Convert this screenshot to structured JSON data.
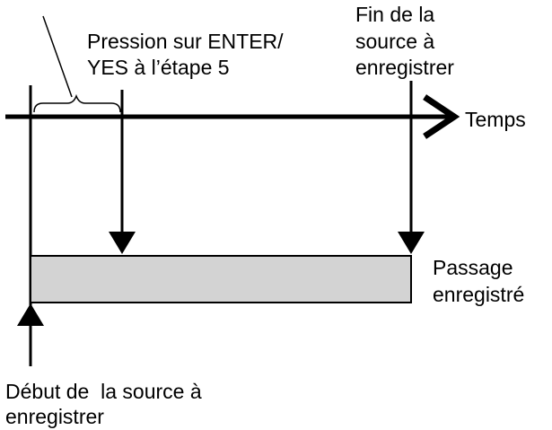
{
  "labels": {
    "press_enter_line1": "Pression sur ENTER/",
    "press_enter_line2": "YES à l’étape 5",
    "source_end_line1": "Fin de la",
    "source_end_line2": "source à",
    "source_end_line3": "enregistrer",
    "time_axis": "Temps",
    "recorded_line1": "Passage",
    "recorded_line2": "enregistré",
    "source_start_line1": "Début de  la source à",
    "source_start_line2": "enregistrer"
  },
  "colors": {
    "ink": "#000000",
    "recorded_fill": "#d3d3d3",
    "background": "#ffffff"
  }
}
